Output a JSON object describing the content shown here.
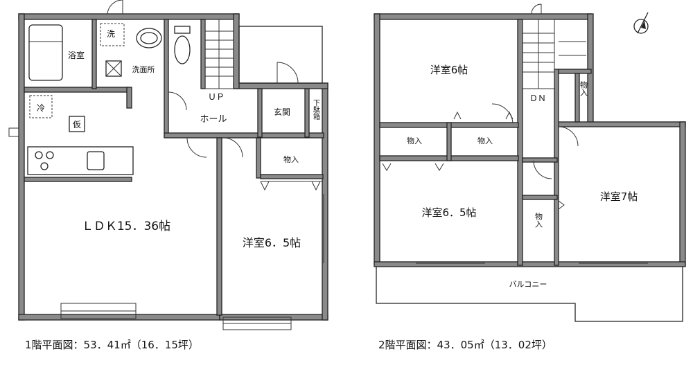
{
  "floor1": {
    "caption": "1階平面図：53．41㎡（16．15坪）",
    "rooms": {
      "bath": "浴室",
      "washroom": "洗面所",
      "hall_up": "ＵＰ",
      "hall": "ホール",
      "entrance": "玄関",
      "shoe_cabinet": "下駄箱",
      "ldk": "ＬＤＫ15．36帖",
      "western": "洋室6．5帖",
      "storage": "物入",
      "fridge_mark": "冷",
      "washer_mark": "洗",
      "temp_mark": "仮"
    }
  },
  "floor2": {
    "caption": "2階平面図：43．05㎡（13．02坪）",
    "rooms": {
      "western_6": "洋室6帖",
      "western_65": "洋室6．5帖",
      "western_7": "洋室7帖",
      "storage_a": "物入",
      "storage_b": "物入",
      "storage_c": "物入",
      "storage_d": "物入",
      "dn": "ＤＮ",
      "balcony": "バルコニー"
    }
  },
  "colors": {
    "wall": "#8a8a8a",
    "line": "#222222"
  },
  "icons": [
    "north-arrow-icon",
    "toilet-icon",
    "bathtub-icon",
    "stove-icon",
    "fridge-icon",
    "washing-machine-icon"
  ]
}
